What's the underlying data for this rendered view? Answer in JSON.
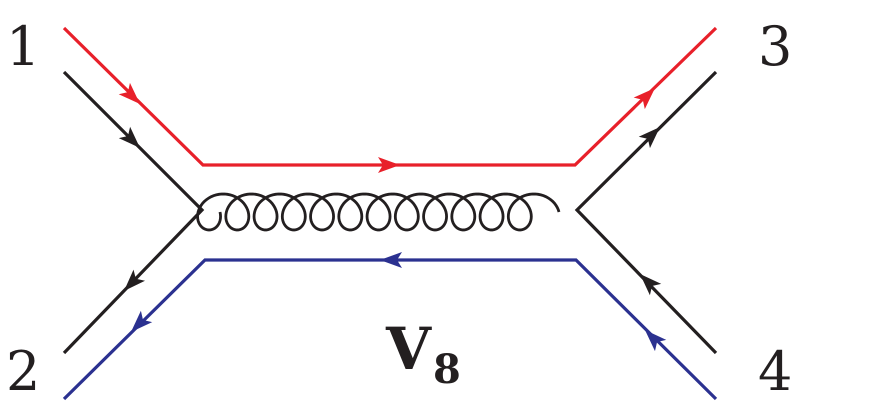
{
  "labels": {
    "p1": "1",
    "p2": "2",
    "p3": "3",
    "p4": "4"
  },
  "title": {
    "main": "V",
    "sub": "8"
  },
  "colors": {
    "red": "#e8202a",
    "blue": "#2b3190",
    "black": "#231f20"
  },
  "icons": {
    "gluon": "gluon-coil",
    "arrow": "arrowhead"
  }
}
